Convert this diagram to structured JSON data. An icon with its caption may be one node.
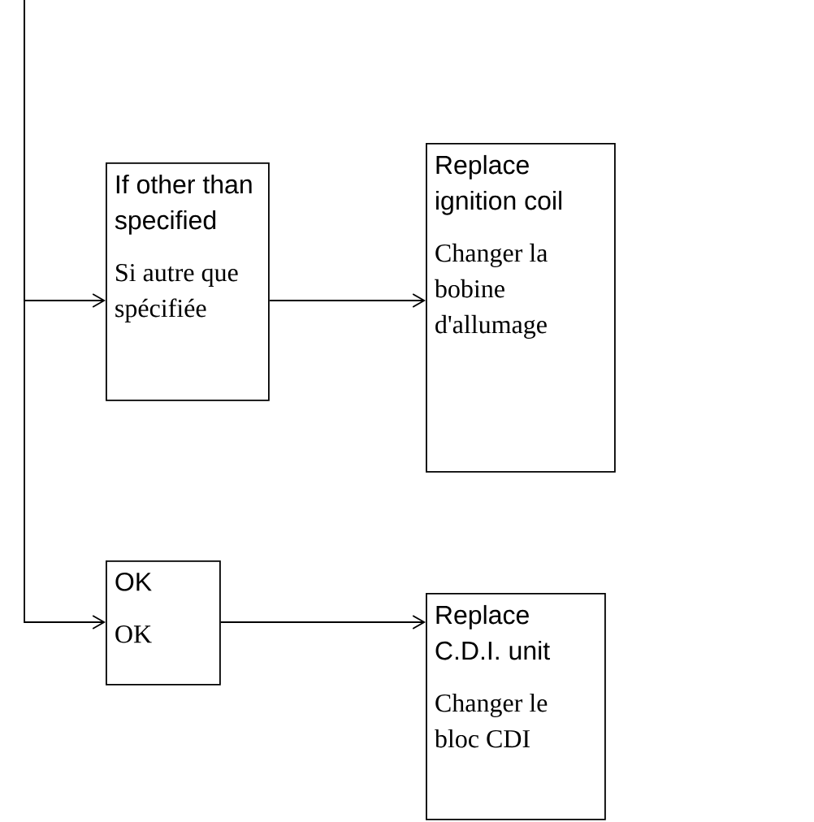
{
  "diagram": {
    "nodes": [
      {
        "text": [
          "If other than specified",
          "Si autre que spécifiée"
        ]
      },
      {
        "text": [
          "Replace ignition coil",
          "Changer la bobine d'allumage"
        ]
      },
      {
        "text": [
          "OK",
          "OK"
        ]
      },
      {
        "text": [
          "Replace C.D.I. unit",
          "Changer le bloc CDI"
        ]
      }
    ],
    "edges": [
      {
        "from": null,
        "to": 0,
        "arrow": "to"
      },
      {
        "from": 0,
        "to": 1,
        "arrow": "to"
      },
      {
        "from": null,
        "to": 2,
        "arrow": "to"
      },
      {
        "from": 2,
        "to": 3,
        "arrow": "to"
      }
    ]
  }
}
